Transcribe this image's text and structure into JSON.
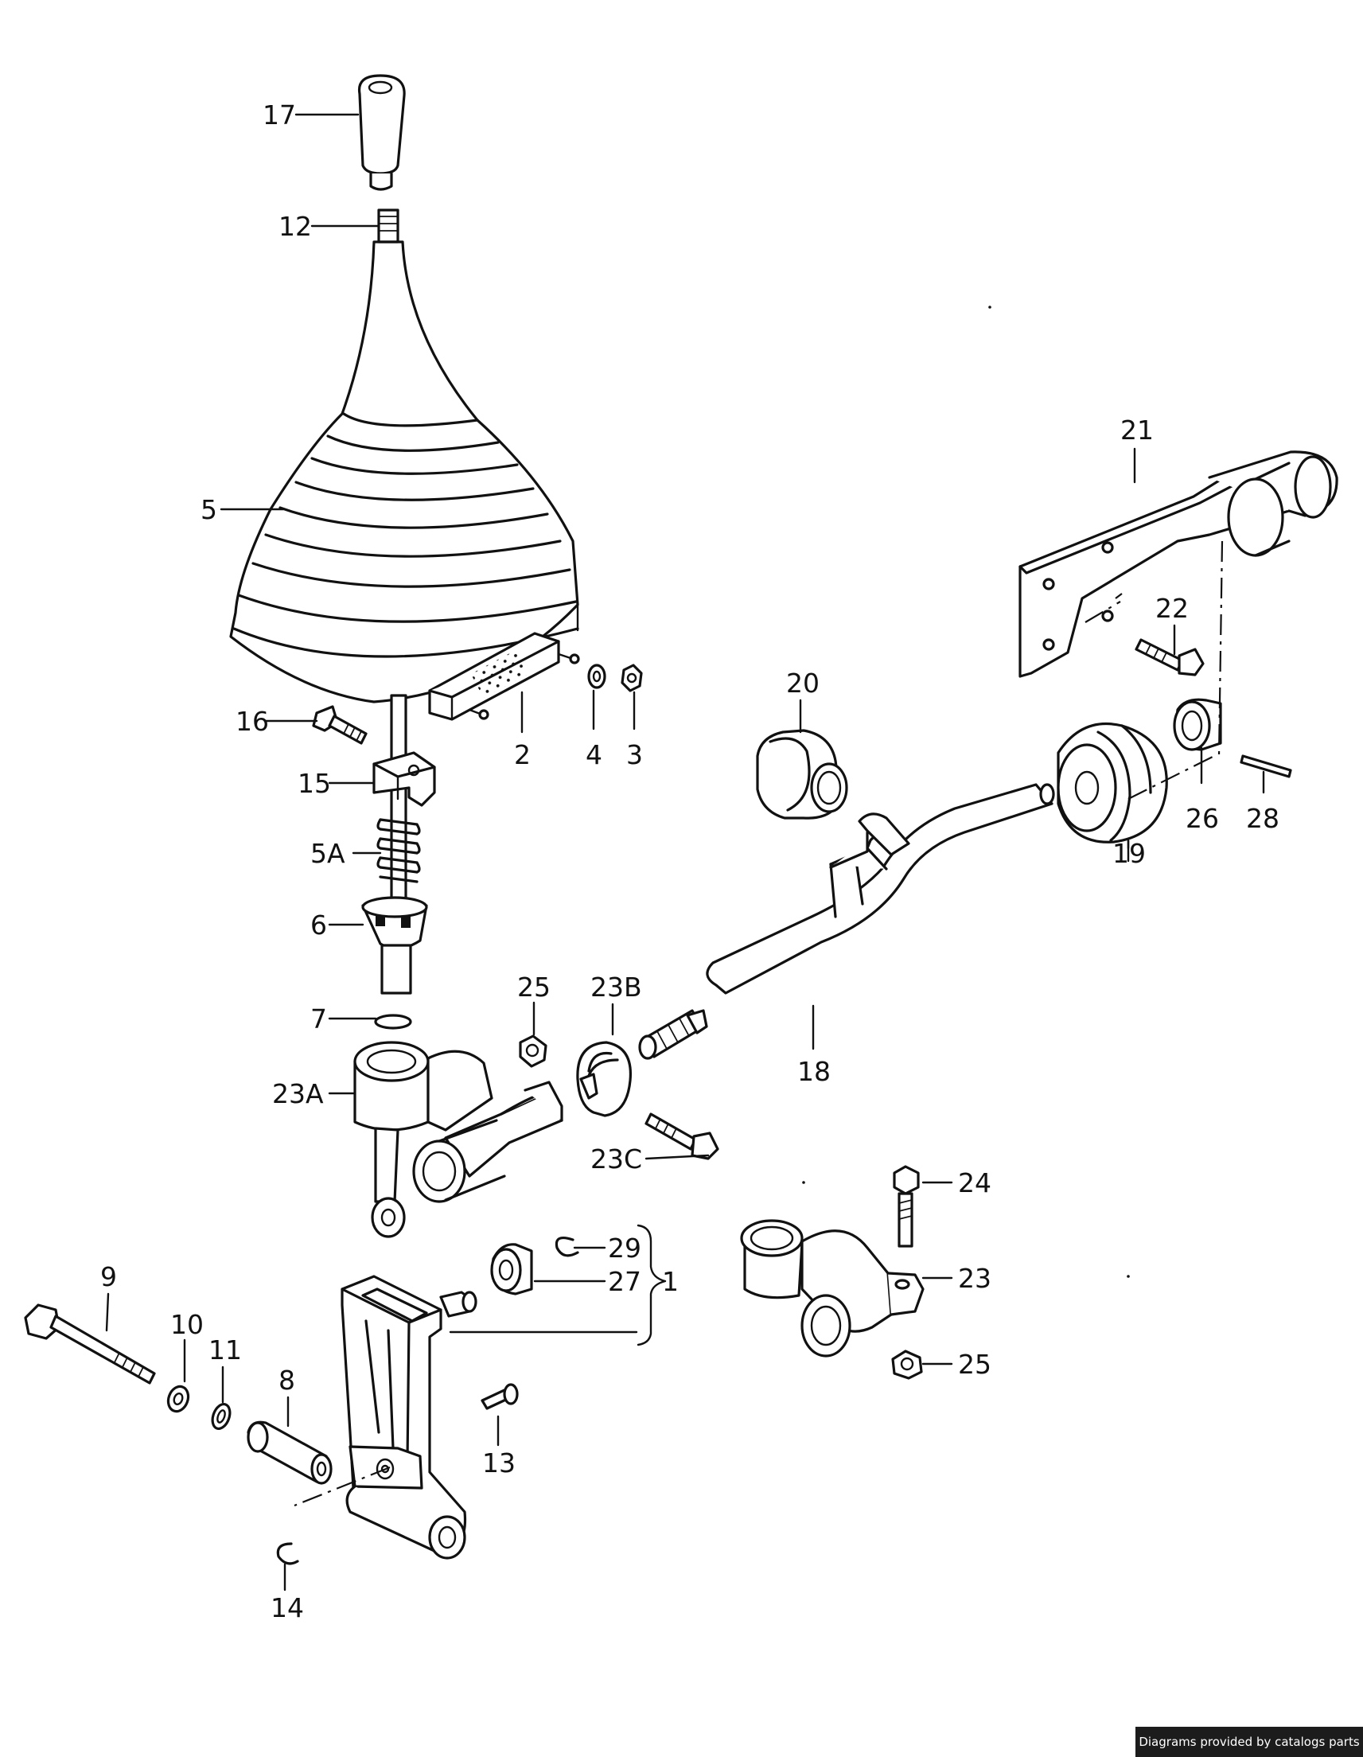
{
  "labels": {
    "p17": "17",
    "p12": "12",
    "p5": "5",
    "p16": "16",
    "p2": "2",
    "p4": "4",
    "p3": "3",
    "p15": "15",
    "p5a": "5A",
    "p6": "6",
    "p7": "7",
    "p23a": "23A",
    "p25a": "25",
    "p23b": "23B",
    "p23c": "23C",
    "p18": "18",
    "p20": "20",
    "p19": "19",
    "p21": "21",
    "p22": "22",
    "p26": "26",
    "p28": "28",
    "p24": "24",
    "p23": "23",
    "p25b": "25",
    "p29": "29",
    "p27": "27",
    "p1": "1",
    "p9": "9",
    "p10": "10",
    "p11": "11",
    "p8": "8",
    "p13": "13",
    "p14": "14"
  },
  "credit": "Diagrams provided by catalogs parts"
}
